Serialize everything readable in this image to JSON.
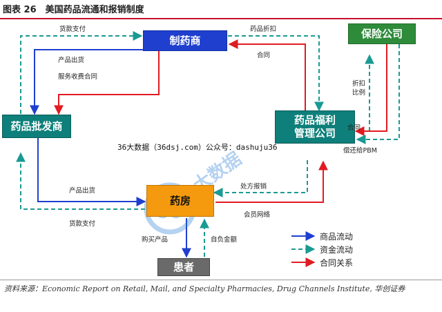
{
  "title": "图表 26　美国药品流通和报销制度",
  "nodes": {
    "manufacturer": "制药商",
    "insurer": "保险公司",
    "wholesaler": "药品批发商",
    "pbm": "药品福利\n管理公司",
    "pharmacy": "药房",
    "patient": "患者"
  },
  "edge_labels": {
    "top_payment": "货款支付",
    "rebate_top": "药品折扣",
    "product_out_1": "产品出货",
    "contract_top": "合同",
    "service_contract": "服务收费合同",
    "discount_ratio_1": "折扣",
    "discount_ratio_2": "比例",
    "contract_right": "合同",
    "pay_pbm": "偿还给PBM",
    "product_out_2": "产品出货",
    "prescription_claim": "处方报销",
    "member_network": "会员网络",
    "bottom_payment": "货款支付",
    "buy_product": "购买产品",
    "copay": "自负金额"
  },
  "watermark": "36大数据（36dsj.com）公众号：dashuju36",
  "legend": [
    {
      "label": "商品流动",
      "style": "solid",
      "color": "#1f3fcf"
    },
    {
      "label": "资金流动",
      "style": "dashed",
      "color": "#1a9a94"
    },
    {
      "label": "合同关系",
      "style": "solid",
      "color": "#e01b22"
    }
  ],
  "colors": {
    "manufacturer": "#1f3fcf",
    "insurer": "#2e8b3a",
    "teal": "#0e7f7a",
    "pharmacy": "#f59a0e",
    "patient": "#6a6a6a",
    "goods": "#1f3fcf",
    "money": "#1a9a94",
    "contract": "#e01b22"
  },
  "footer": "资料来源：Economic Report on Retail, Mail, and Specialty Pharmacies, Drug Channels Institute, 华创证券"
}
